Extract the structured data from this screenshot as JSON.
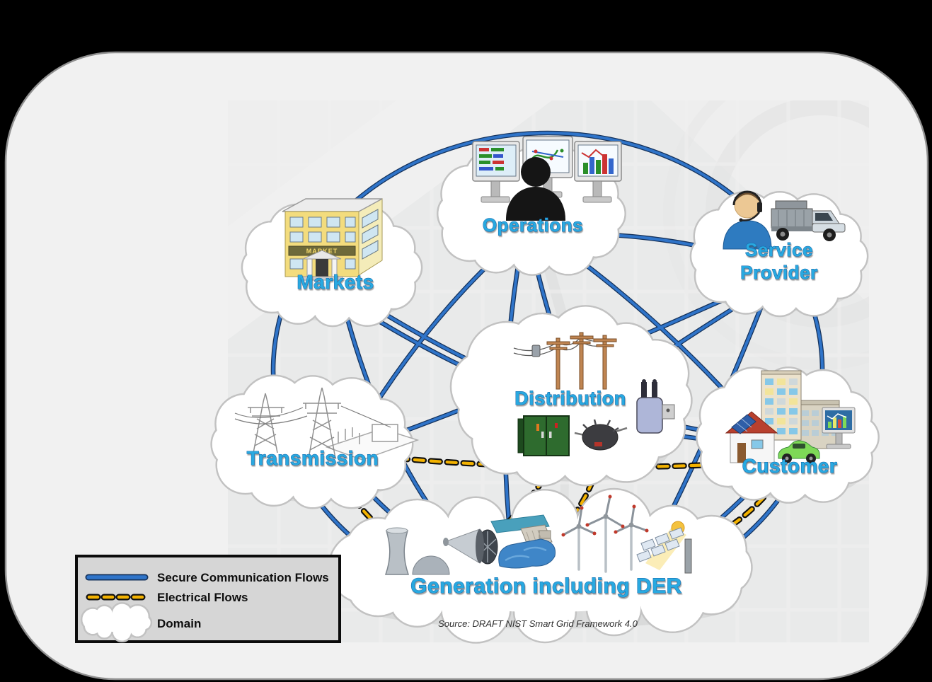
{
  "diagram": {
    "title_implicit": "",
    "domains": [
      {
        "id": "operations",
        "label": "Operations"
      },
      {
        "id": "markets",
        "label": "Markets",
        "sign": "MARKET"
      },
      {
        "id": "service_provider",
        "label_line1": "Service",
        "label_line2": "Provider"
      },
      {
        "id": "transmission",
        "label": "Transmission"
      },
      {
        "id": "distribution",
        "label": "Distribution"
      },
      {
        "id": "customer",
        "label": "Customer"
      },
      {
        "id": "generation",
        "label": "Generation including DER"
      }
    ],
    "source_note": "Source:  DRAFT NIST Smart Grid Framework 4.0"
  },
  "legend": {
    "items": [
      {
        "symbol": "secure-communication-line",
        "label": "Secure Communication Flows"
      },
      {
        "symbol": "electrical-dashed-line",
        "label": "Electrical Flows"
      },
      {
        "symbol": "domain-cloud",
        "label": "Domain"
      }
    ]
  },
  "colors": {
    "background": "#000000",
    "card": "#f1f1f1",
    "panel": "#e9eaea",
    "communication_flow": "#2f74c9",
    "communication_flow_casing": "#16335c",
    "electrical_flow": "#f3b200",
    "electrical_flow_casing": "#101010",
    "domain_label": "#29a9e0",
    "cloud_fill": "#ffffff",
    "cloud_outline": "#c2c2c2"
  }
}
